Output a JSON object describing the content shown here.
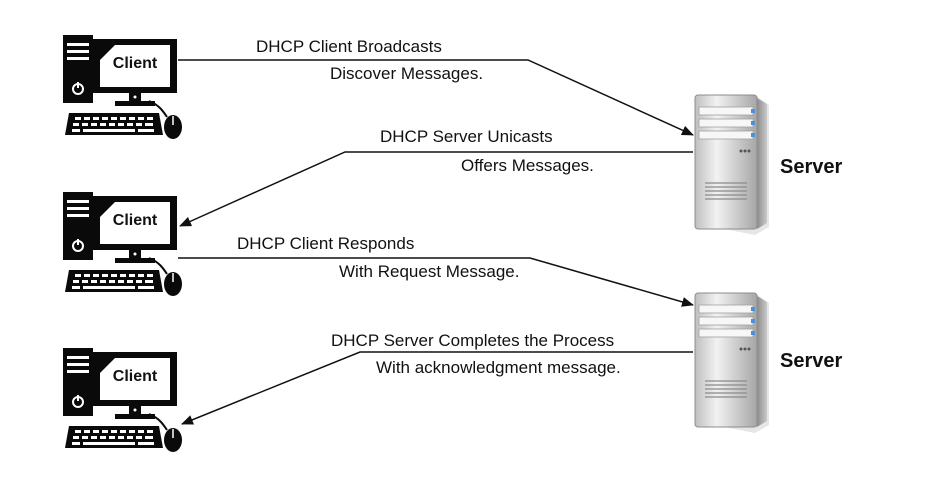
{
  "clients": [
    {
      "label": "Client"
    },
    {
      "label": "Client"
    },
    {
      "label": "Client"
    }
  ],
  "servers": [
    {
      "label": "Server"
    },
    {
      "label": "Server"
    }
  ],
  "messages": [
    {
      "line1": "DHCP Client Broadcasts",
      "line2": "Discover Messages."
    },
    {
      "line1": "DHCP Server Unicasts",
      "line2": "Offers Messages."
    },
    {
      "line1": "DHCP Client Responds",
      "line2": "With Request Message."
    },
    {
      "line1": "DHCP Server Completes the Process",
      "line2": "With acknowledgment message."
    }
  ],
  "colors": {
    "line": "#111111",
    "computer": "#0a0a0a",
    "server_body": "#d9d9d9",
    "server_accent": "#4a90d9"
  }
}
